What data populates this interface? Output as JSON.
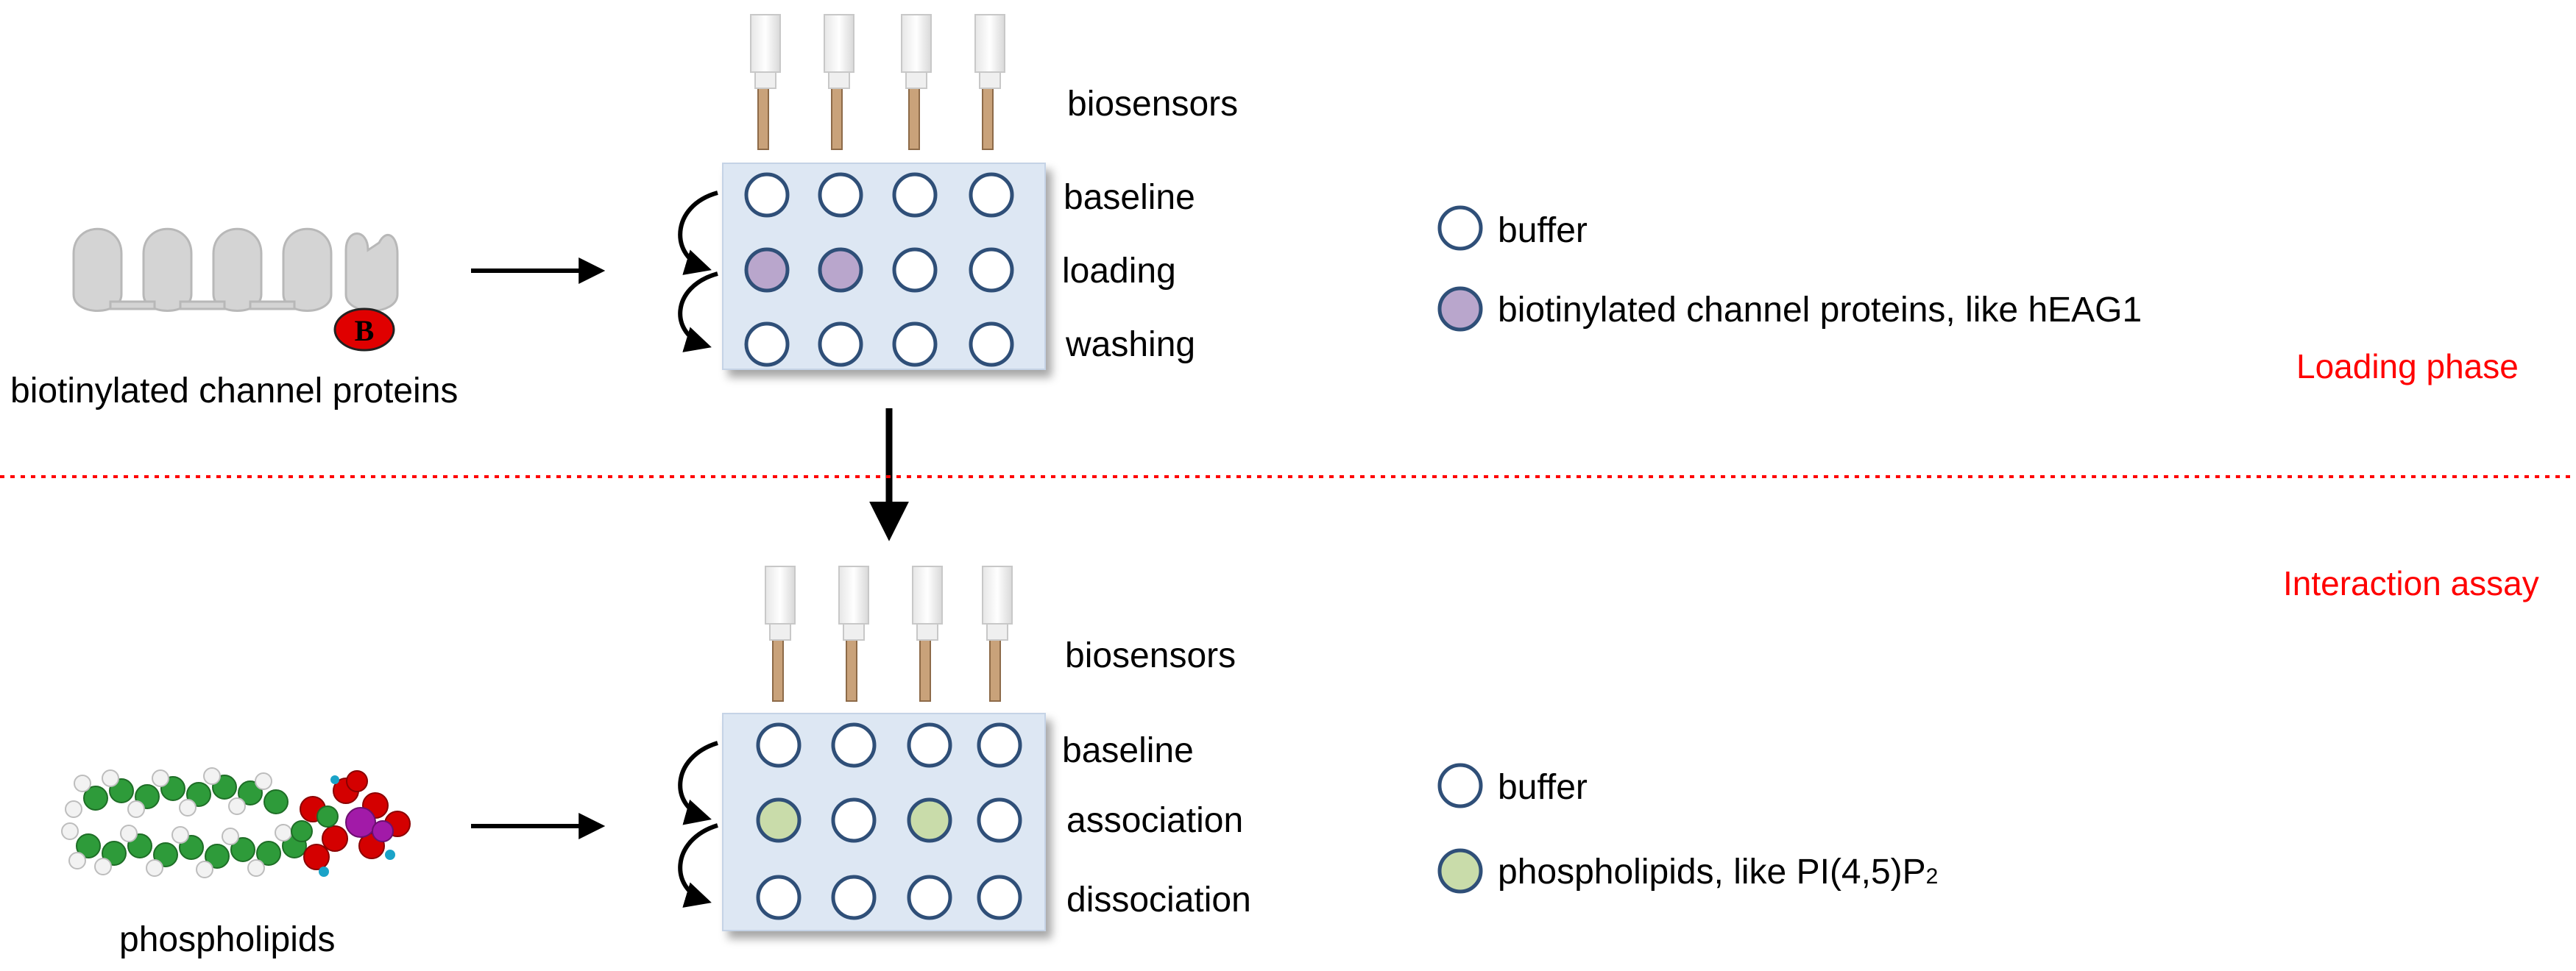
{
  "top": {
    "source_label": "biotinylated channel proteins",
    "biotin_badge": "B",
    "sensor_label": "biosensors",
    "rows": [
      "baseline",
      "loading",
      "washing"
    ],
    "legend": [
      {
        "label": "buffer",
        "color": "#ffffff"
      },
      {
        "label": "biotinylated channel proteins, like hEAG1",
        "color": "#b9a6cc"
      }
    ],
    "phase_label": "Loading phase"
  },
  "bottom": {
    "source_label": "phospholipids",
    "sensor_label": "biosensors",
    "rows": [
      "baseline",
      "association",
      "dissociation"
    ],
    "legend": [
      {
        "label": "buffer",
        "color": "#ffffff"
      },
      {
        "label_main": "phospholipids, like PI(4,5)P",
        "label_sub": "2",
        "color": "#c9dcaa"
      }
    ],
    "phase_label": "Interaction assay"
  },
  "colors": {
    "plate_fill": "#dde7f3",
    "well_stroke": "#2f4f78",
    "divider": "#ff0000",
    "loaded_well": "#b9a6cc",
    "assoc_well": "#c9dcaa"
  }
}
